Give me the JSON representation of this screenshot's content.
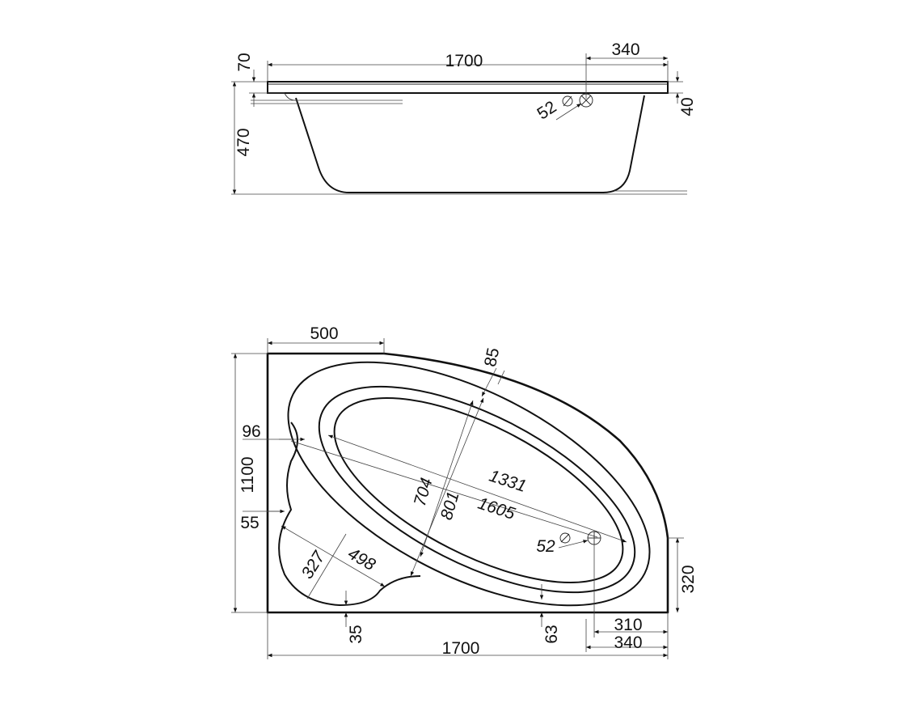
{
  "side_view": {
    "dims": {
      "length": "1700",
      "drain_offset": "340",
      "rim_height": "70",
      "total_height": "470",
      "rim_thickness": "40",
      "overflow": "52"
    }
  },
  "top_view": {
    "dims": {
      "top_flat": "500",
      "rim_width": "85",
      "seat_96": "96",
      "width": "1100",
      "seat_55": "55",
      "inner_length": "1331",
      "outer_length": "1605",
      "inner_width": "704",
      "outer_width": "801",
      "overflow": "52",
      "seat_327": "327",
      "seat_498": "498",
      "foot_320": "320",
      "bottom_35": "35",
      "bottom_63": "63",
      "drain_310": "310",
      "drain_340": "340",
      "length": "1700"
    }
  }
}
